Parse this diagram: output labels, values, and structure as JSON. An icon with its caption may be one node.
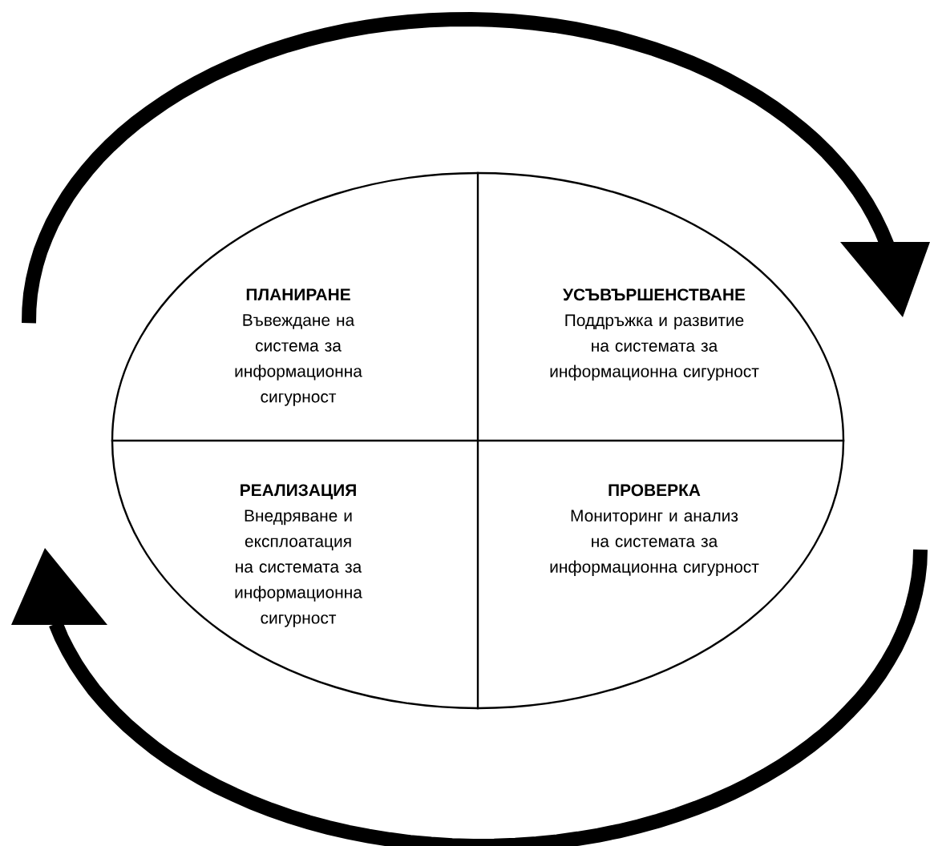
{
  "diagram": {
    "nodes": [
      {
        "text": [],
        "shape": "ellipse"
      },
      {
        "text": [
          "ПЛАНИРАНЕ",
          "Въвеждане на система за информационна сигурност"
        ],
        "in": 0
      },
      {
        "text": [
          "УСЪВЪРШЕНСТВАНЕ",
          "Поддръжка и развитие на системата за информационна сигурност"
        ],
        "in": 0
      },
      {
        "text": [
          "РЕАЛИЗАЦИЯ",
          "Внедряване и експлоатация на системата за информационна сигурност"
        ],
        "in": 0
      },
      {
        "text": [
          "ПРОВЕРКА",
          "Мониторинг и анализ на системата за информационна сигурност"
        ],
        "in": 0
      }
    ]
  }
}
